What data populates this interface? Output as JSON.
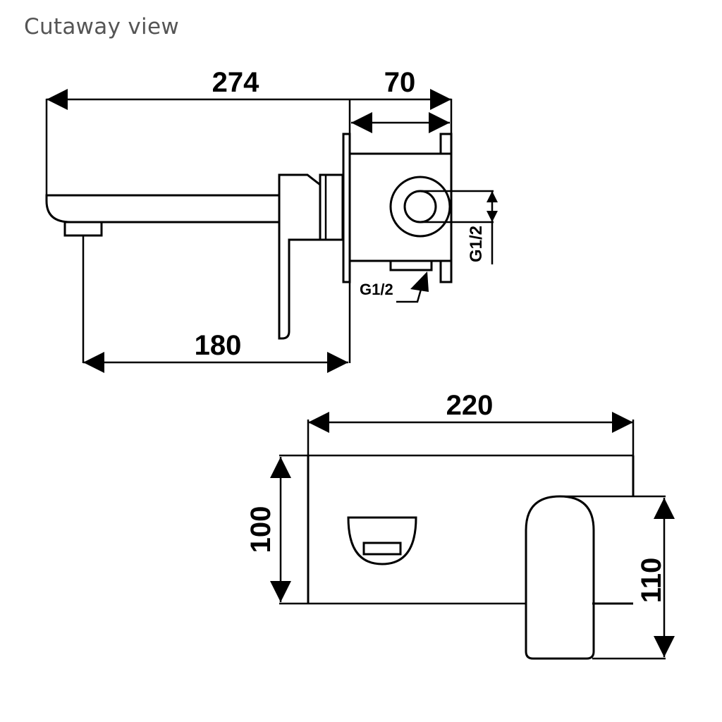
{
  "page": {
    "title": "Cutaway view"
  },
  "side_view": {
    "dim_total_length": "274",
    "dim_body_depth": "70",
    "dim_spout_reach": "180",
    "thread_outlet": "G1/2",
    "thread_inlet": "G1/2"
  },
  "front_view": {
    "dim_plate_width": "220",
    "dim_plate_height": "100",
    "dim_handle_height": "110"
  }
}
